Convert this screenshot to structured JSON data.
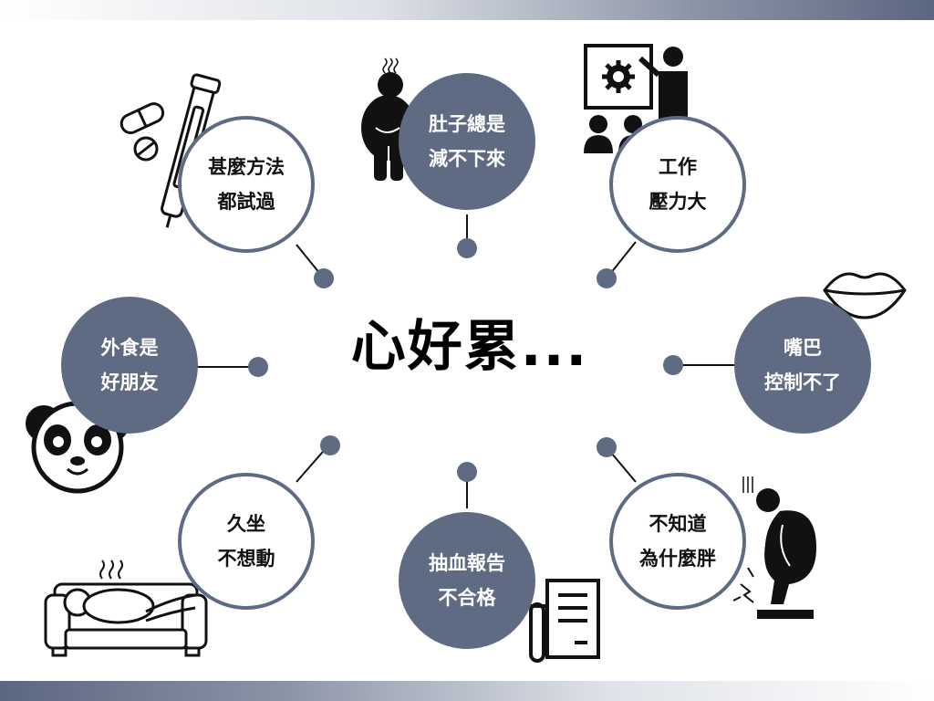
{
  "title": "心好累...",
  "colors": {
    "accent": "#5f6b83",
    "text_dark": "#111111",
    "text_light": "#ffffff"
  },
  "nodes": {
    "belly": {
      "line1": "肚子總是",
      "line2": "減不下來",
      "style": "filled",
      "icon": "overweight-person-icon"
    },
    "work": {
      "line1": "工作",
      "line2": "壓力大",
      "style": "outline",
      "icon": "presentation-meeting-icon"
    },
    "mouth": {
      "line1": "嘴巴",
      "line2": "控制不了",
      "style": "filled",
      "icon": "lips-icon"
    },
    "unknown": {
      "line1": "不知道",
      "line2": "為什麼胖",
      "style": "outline",
      "icon": "person-on-scale-icon"
    },
    "blood": {
      "line1": "抽血報告",
      "line2": "不合格",
      "style": "filled",
      "icon": "blood-test-report-icon"
    },
    "sitting": {
      "line1": "久坐",
      "line2": "不想動",
      "style": "outline",
      "icon": "person-lying-on-sofa-icon"
    },
    "eating_out": {
      "line1": "外食是",
      "line2": "好朋友",
      "style": "filled",
      "icon": "panda-face-icon"
    },
    "methods": {
      "line1": "甚麼方法",
      "line2": "都試過",
      "style": "outline",
      "icon": "pills-and-injection-pen-icon"
    }
  }
}
